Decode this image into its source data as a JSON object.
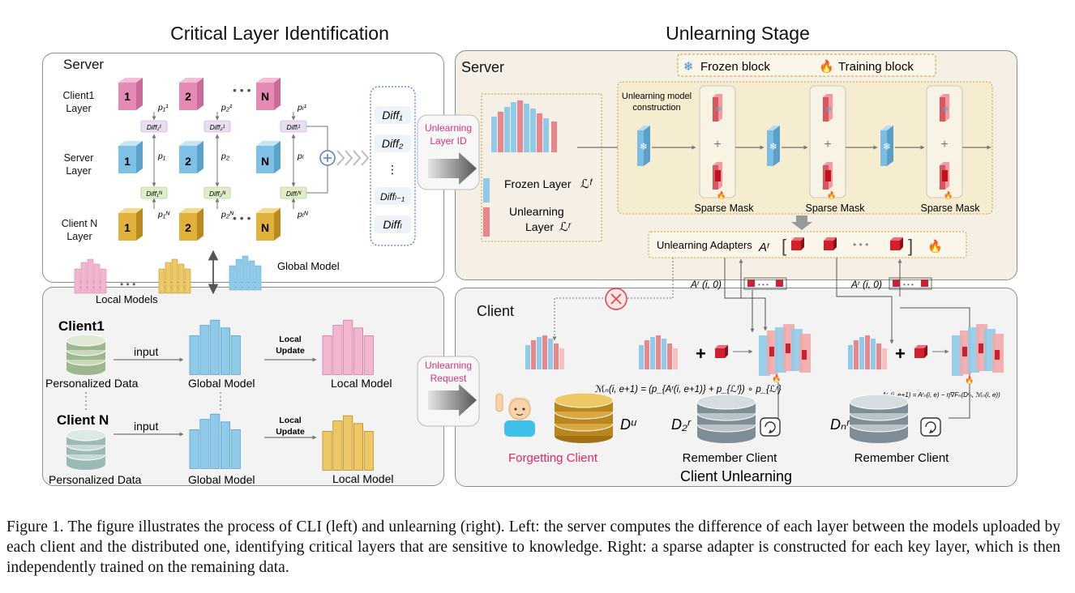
{
  "left_title": "Critical Layer Identification",
  "right_title": "Unlearning Stage",
  "cli": {
    "server_label": "Server",
    "row_labels": [
      [
        "Client1",
        "Layer"
      ],
      [
        "Server",
        "Layer"
      ],
      [
        "Client N",
        "Layer"
      ]
    ],
    "column_ids": [
      "1",
      "2",
      "N"
    ],
    "p_top": [
      "p₁¹",
      "p₂¹",
      "pₗ¹"
    ],
    "p_mid": [
      "p₁",
      "p₂",
      "pₗ"
    ],
    "p_bot": [
      "p₁ᴺ",
      "p₂ᴺ",
      "pₗᴺ"
    ],
    "diff_top": [
      "Diff₁¹",
      "Diff₂¹",
      "Diffₗ¹"
    ],
    "diff_bot": [
      "Diff₁ᴺ",
      "Diff₂ᴺ",
      "Diffₗᴺ"
    ],
    "diff_list": [
      "Diff₁",
      "Diff₂",
      "⋮",
      "Diffₗ₋₁",
      "Diffₗ"
    ],
    "local_models": "Local Models",
    "global_model": "Global Model"
  },
  "clients_panel": {
    "client1": "Client1",
    "clientN": "Client N",
    "personalized_data": "Personalized Data",
    "input": "input",
    "global_model": "Global Model",
    "local_update": [
      "Local",
      "Update"
    ],
    "local_model": "Local Model"
  },
  "mid_buttons": {
    "layer_id": [
      "Unlearning",
      "Layer ID"
    ],
    "request": [
      "Unlearning",
      "Request"
    ]
  },
  "unlearn_server": {
    "label": "Server",
    "frozen_block": "Frozen block",
    "training_block": "Training block",
    "construction": [
      "Unlearning model",
      "construction"
    ],
    "frozen_layer": "Frozen Layer",
    "frozen_layer_sym": "ℒᶠ",
    "unlearning_layer": [
      "Unlearning",
      "Layer"
    ],
    "unlearning_layer_sym": "ℒʳ",
    "sparse_mask": "Sparse Mask",
    "adapters": "Unlearning Adapters",
    "adapters_sym": "Aʳ",
    "adapter_ref": "Aʳ (i, 0)"
  },
  "client_panel": {
    "label": "Client",
    "forgetting_client": "Forgetting Client",
    "d_u": "Dᵘ",
    "d_2": "D₂ʳ",
    "d_n": "Dₙʳ",
    "remember_client": "Remember Client",
    "client_unlearning": "Client Unlearning",
    "formula_m": "ℳₙ(i, e+1) = (p_{Aʳ(i, e+1)} + p_{ℒᶠ}) ∘ p_{ℒʳ}",
    "formula_a": "Aʳₙ(i, e+1) = Aʳₙ(i, e) − η∇Fₙ(Dʳₙ, ℳₙ(i, e))"
  },
  "caption": "Figure 1.  The figure illustrates the process of CLI (left) and unlearning (right).  Left:  the server computes the difference of each layer between the models uploaded by each client and the distributed one, identifying critical layers that are sensitive to knowledge.  Right:  a sparse adapter is constructed for each key layer, which is then independently trained on the remaining data.",
  "colors": {
    "pink": "#e9a6c4",
    "blue": "#8fcbe8",
    "gold": "#e5b948",
    "adapter_red": "#d0202e",
    "server_panel": "#f5efe6",
    "forgetting_pink": "#e0286a",
    "dotted_gold": "#c6a22c"
  }
}
